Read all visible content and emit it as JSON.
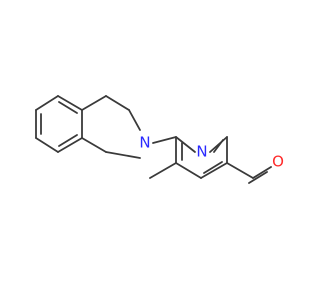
{
  "molecule": {
    "atom_labels": {
      "ring_nitrogen": "N",
      "pyridine_nitrogen": "N",
      "aldehyde_oxygen": "O"
    },
    "colors": {
      "bond": "#3a3a3a",
      "nitrogen": "#2a2aff",
      "oxygen": "#ff2a2a"
    }
  }
}
